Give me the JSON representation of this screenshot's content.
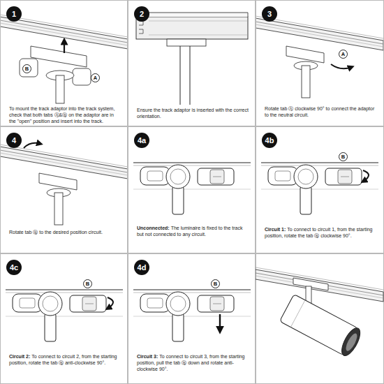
{
  "diagram": {
    "nodes": [
      {
        "text": [
          "To mount the track adaptor into the track system, check that both tabs Ⓐ&Ⓑ on the adaptor are in the \"open\" position and insert into the track."
        ]
      },
      {
        "text": [
          "1"
        ],
        "in": 0
      },
      {
        "text": [
          "B"
        ],
        "in": 0
      },
      {
        "text": [
          "A"
        ],
        "in": 0
      },
      {
        "text": [
          "Ensure the track adaptor is inserted with the correct orientation."
        ]
      },
      {
        "text": [
          "2"
        ],
        "in": 4
      },
      {
        "text": [
          "Rotate tab Ⓐ clockwise 90° to connect the adaptor to the neutral circuit."
        ]
      },
      {
        "text": [
          "3"
        ],
        "in": 6
      },
      {
        "text": [
          "A"
        ],
        "in": 6
      },
      {
        "text": [
          "Rotate tab Ⓑ to the desired position circuit."
        ]
      },
      {
        "text": [
          "4"
        ],
        "in": 9
      },
      {
        "text": [
          "Unconnected:",
          "The luminaire is fixed to the track but not connected to any circuit."
        ]
      },
      {
        "text": [
          "4a"
        ],
        "in": 11
      },
      {
        "text": [
          "Circuit 1:",
          "To connect to circuit 1, from the starting position, rotate the tab Ⓑ clockwise 90°."
        ]
      },
      {
        "text": [
          "4b"
        ],
        "in": 13
      },
      {
        "text": [
          "B"
        ],
        "in": 13
      },
      {
        "text": [
          "Circuit 2:",
          "To connect to circuit 2, from the starting position, rotate the tab Ⓑ anti-clockwise 90°."
        ]
      },
      {
        "text": [
          "4c"
        ],
        "in": 16
      },
      {
        "text": [
          "B"
        ],
        "in": 16
      },
      {
        "text": [
          "Circuit 3:",
          "To connect to circuit 3, from the starting position, pull the tab Ⓑ down and rotate anti-clockwise 90°."
        ]
      },
      {
        "text": [
          "4d"
        ],
        "in": 19
      },
      {
        "text": [
          "B"
        ],
        "in": 19
      }
    ]
  }
}
